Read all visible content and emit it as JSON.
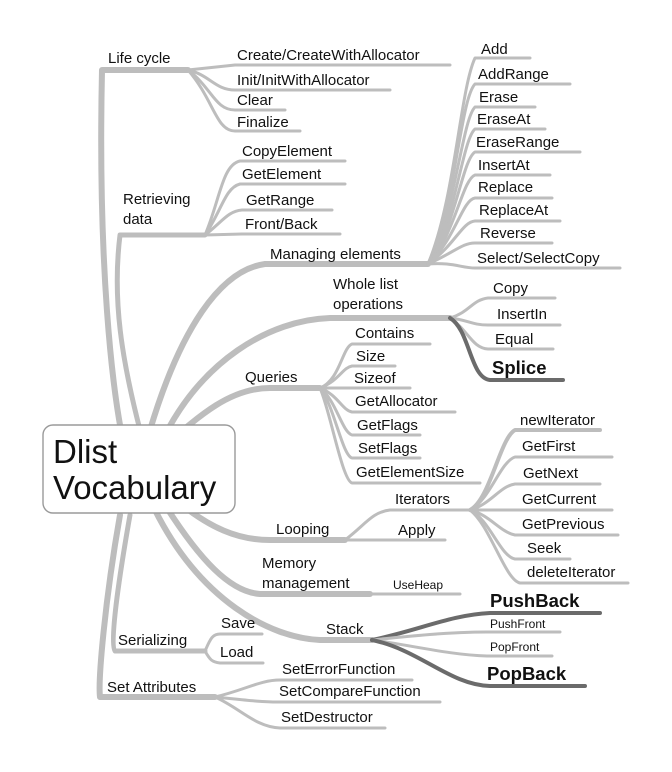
{
  "root": {
    "line1": "Dlist",
    "line2": "Vocabulary"
  },
  "life_cycle": {
    "label": "Life cycle",
    "items": [
      "Create/CreateWithAllocator",
      "Init/InitWithAllocator",
      "Clear",
      "Finalize"
    ]
  },
  "retrieving": {
    "label_line1": "Retrieving",
    "label_line2": "data",
    "items": [
      "CopyElement",
      "GetElement",
      "GetRange",
      "Front/Back"
    ]
  },
  "managing": {
    "label": "Managing elements",
    "items": [
      "Add",
      "AddRange",
      "Erase",
      "EraseAt",
      "EraseRange",
      "InsertAt",
      "Replace",
      "ReplaceAt",
      "Reverse",
      "Select/SelectCopy"
    ]
  },
  "whole_list": {
    "label_line1": "Whole list",
    "label_line2": "operations",
    "items": [
      "Copy",
      "InsertIn",
      "Equal"
    ],
    "emphasized": "Splice"
  },
  "queries": {
    "label": "Queries",
    "items": [
      "Contains",
      "Size",
      "Sizeof",
      "GetAllocator",
      "GetFlags",
      "SetFlags",
      "GetElementSize"
    ]
  },
  "looping": {
    "label": "Looping",
    "iterators": {
      "label": "Iterators",
      "items": [
        "newIterator",
        "GetFirst",
        "GetNext",
        "GetCurrent",
        "GetPrevious",
        "Seek",
        "deleteIterator"
      ]
    },
    "apply": "Apply"
  },
  "memory": {
    "label_line1": "Memory",
    "label_line2": "management",
    "items": [
      "UseHeap"
    ]
  },
  "stack": {
    "label": "Stack",
    "push_back": "PushBack",
    "push_front": "PushFront",
    "pop_front": "PopFront",
    "pop_back": "PopBack"
  },
  "serializing": {
    "label": "Serializing",
    "items": [
      "Save",
      "Load"
    ]
  },
  "set_attributes": {
    "label": "Set Attributes",
    "items": [
      "SetErrorFunction",
      "SetCompareFunction",
      "SetDestructor"
    ]
  }
}
